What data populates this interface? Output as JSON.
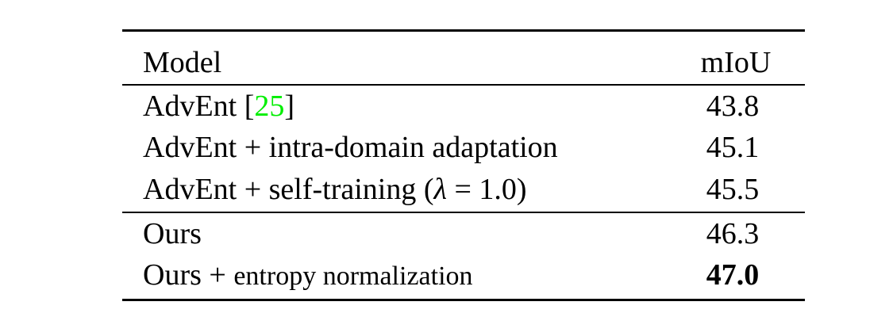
{
  "table": {
    "header": {
      "model": "Model",
      "miou": "mIoU"
    },
    "group1": [
      {
        "model_prefix": "AdvEnt [",
        "citation": "25",
        "model_suffix": "]",
        "miou": "43.8"
      },
      {
        "model": "AdvEnt + intra-domain adaptation",
        "miou": "45.1"
      },
      {
        "model_prefix": "AdvEnt + self-training ",
        "formula_open": "(",
        "formula_lambda": "λ",
        "formula_rest": " = 1.0",
        "formula_close": ")",
        "miou": "45.5"
      }
    ],
    "group2": [
      {
        "model": "Ours",
        "miou": "46.3"
      },
      {
        "model_prefix": "Ours + ",
        "model_suffix": "entropy normalization",
        "miou": "47.0"
      }
    ]
  },
  "colors": {
    "citation": "#00ee00",
    "text": "#000000"
  }
}
